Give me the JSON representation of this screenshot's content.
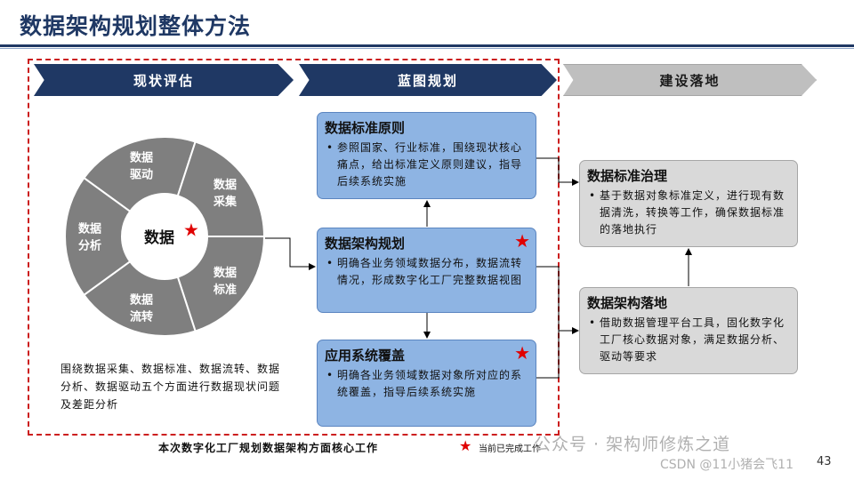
{
  "title": "数据架构规划整体方法",
  "phases": [
    {
      "label": "现状评估"
    },
    {
      "label": "蓝图规划"
    },
    {
      "label": "建设落地"
    }
  ],
  "wheel": {
    "center": "数据",
    "segments": [
      "数据\n驱动",
      "数据\n采集",
      "数据\n标准",
      "数据\n流转",
      "数据\n分析"
    ],
    "caption": "围绕数据采集、数据标准、数据流转、数据分析、数据驱动五个方面进行数据现状问题及差距分析"
  },
  "blueprint": [
    {
      "title": "数据标准原则",
      "body": "参照国家、行业标准，围绕现状核心痛点，给出标准定义原则建议，指导后续系统实施",
      "starred": false
    },
    {
      "title": "数据架构规划",
      "body": "明确各业务领域数据分布，数据流转情况，形成数字化工厂完整数据视图",
      "starred": true
    },
    {
      "title": "应用系统覆盖",
      "body": "明确各业务领域数据对象所对应的系统覆盖，指导后续系统实施",
      "starred": true
    }
  ],
  "construction": [
    {
      "title": "数据标准治理",
      "body": "基于数据对象标准定义，进行现有数据清洗，转换等工作，确保数据标准的落地执行"
    },
    {
      "title": "数据架构落地",
      "body": "借助数据管理平台工具，固化数字化工厂核心数据对象，满足数据分析、驱动等要求"
    }
  ],
  "footer_note": "本次数字化工厂规划数据架构方面核心工作",
  "legend": "当前已完成工作",
  "watermark": {
    "line1": "公众号 · 架构师修炼之道",
    "line2": "CSDN @11小猪会飞11"
  },
  "page_number": "43",
  "colors": {
    "navy": "#1f3864",
    "box_blue": "#8eb4e3",
    "box_gray": "#d9d9d9",
    "star_red": "#e00000",
    "wheel_gray": "#7f7f7f"
  }
}
